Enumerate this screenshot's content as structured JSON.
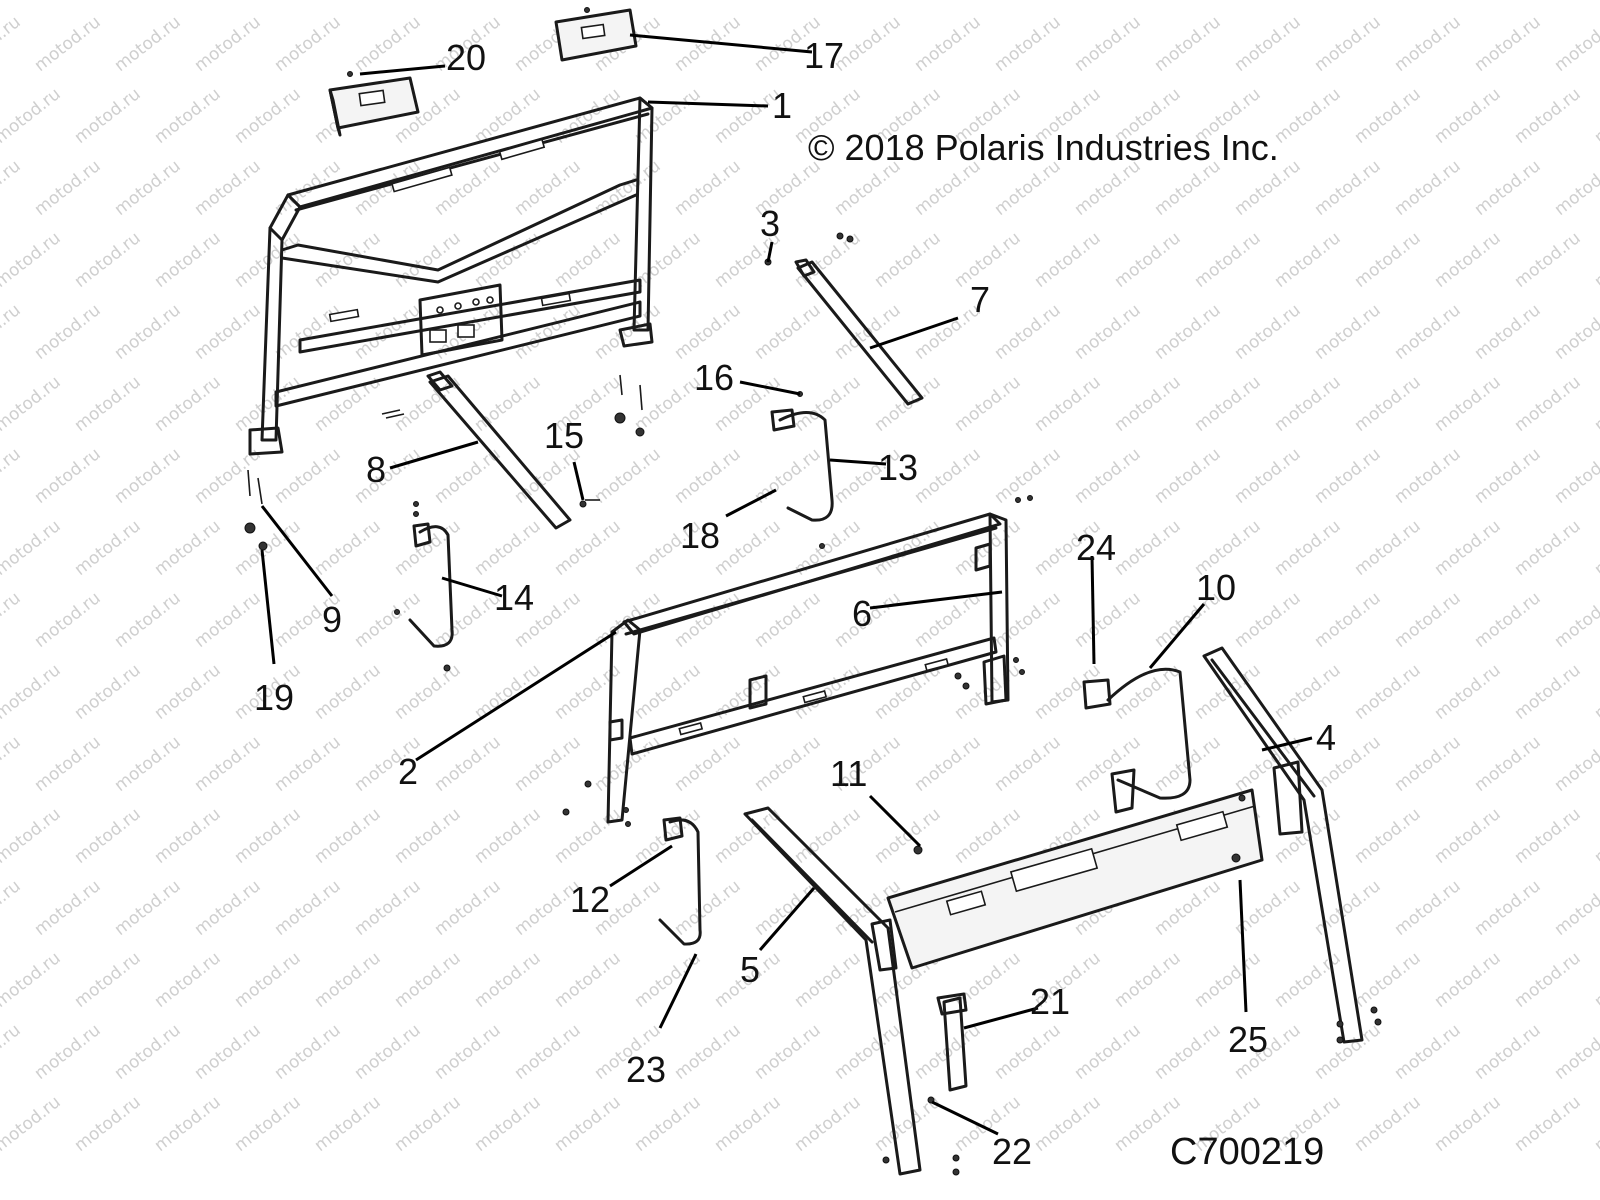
{
  "copyright": "© 2018 Polaris Industries Inc.",
  "diagram_code": "C700219",
  "watermark_text": "motod.ru",
  "callouts": {
    "c1": "1",
    "c2": "2",
    "c3": "3",
    "c4": "4",
    "c5": "5",
    "c6": "6",
    "c7": "7",
    "c8": "8",
    "c9": "9",
    "c10": "10",
    "c11": "11",
    "c12": "12",
    "c13": "13",
    "c14": "14",
    "c15": "15",
    "c16": "16",
    "c17": "17",
    "c18": "18",
    "c19": "19",
    "c20": "20",
    "c21": "21",
    "c22": "22",
    "c23": "23",
    "c24": "24",
    "c25": "25"
  }
}
